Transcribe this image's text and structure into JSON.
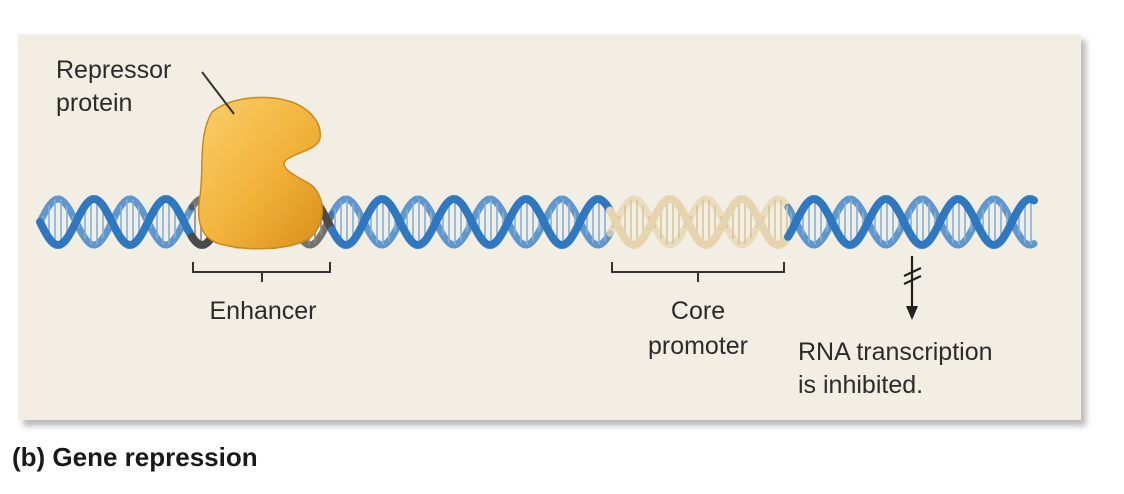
{
  "labels": {
    "repressor_line1": "Repressor",
    "repressor_line2": "protein",
    "enhancer": "Enhancer",
    "core_line1": "Core",
    "core_line2": "promoter",
    "rna_line1": "RNA transcription",
    "rna_line2": "is inhibited."
  },
  "caption": "(b) Gene repression",
  "colors": {
    "panel": "#f3eee3",
    "dna_blue": "#2f78c0",
    "dna_blue_dark": "#1d5a99",
    "enhancer_dna": "#4a4a4a",
    "promoter_dna": "#e6d4ae",
    "repressor": "#f2b23a",
    "bracket": "#333333"
  },
  "icons": {
    "blocked_arrow": "blocked-transcription-arrow-icon"
  }
}
